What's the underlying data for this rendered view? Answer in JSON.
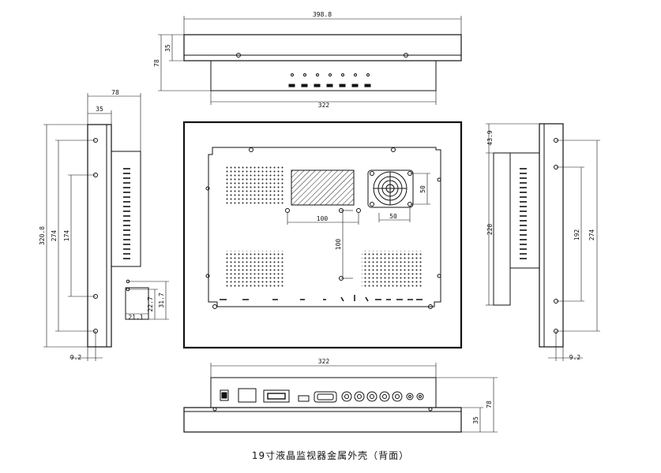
{
  "caption": "19寸液晶监视器金属外壳（背面）",
  "dimensions": {
    "top_width": "398.8",
    "top_depth_total": "78",
    "top_depth_bezel": "35",
    "top_inner_width": "322",
    "left_depth_total": "78",
    "left_depth_bezel": "35",
    "left_height_total": "320.8",
    "left_hole_span_outer": "274",
    "left_hole_span_inner": "174",
    "left_bottom_offset": "9.2",
    "left_small_a": "21.1",
    "left_small_b": "22.7",
    "left_small_c": "31.7",
    "rear_vesa_h": "100",
    "rear_vesa_v": "100",
    "rear_fan_w": "50",
    "rear_fan_h": "50",
    "right_top_offset": "43.9",
    "right_inner_height": "220",
    "right_hole_span_inner": "192",
    "right_hole_span_outer": "274",
    "right_bottom_offset": "9.2",
    "bottom_inner_width": "322",
    "bottom_depth_total": "78",
    "bottom_depth_bezel": "35"
  }
}
